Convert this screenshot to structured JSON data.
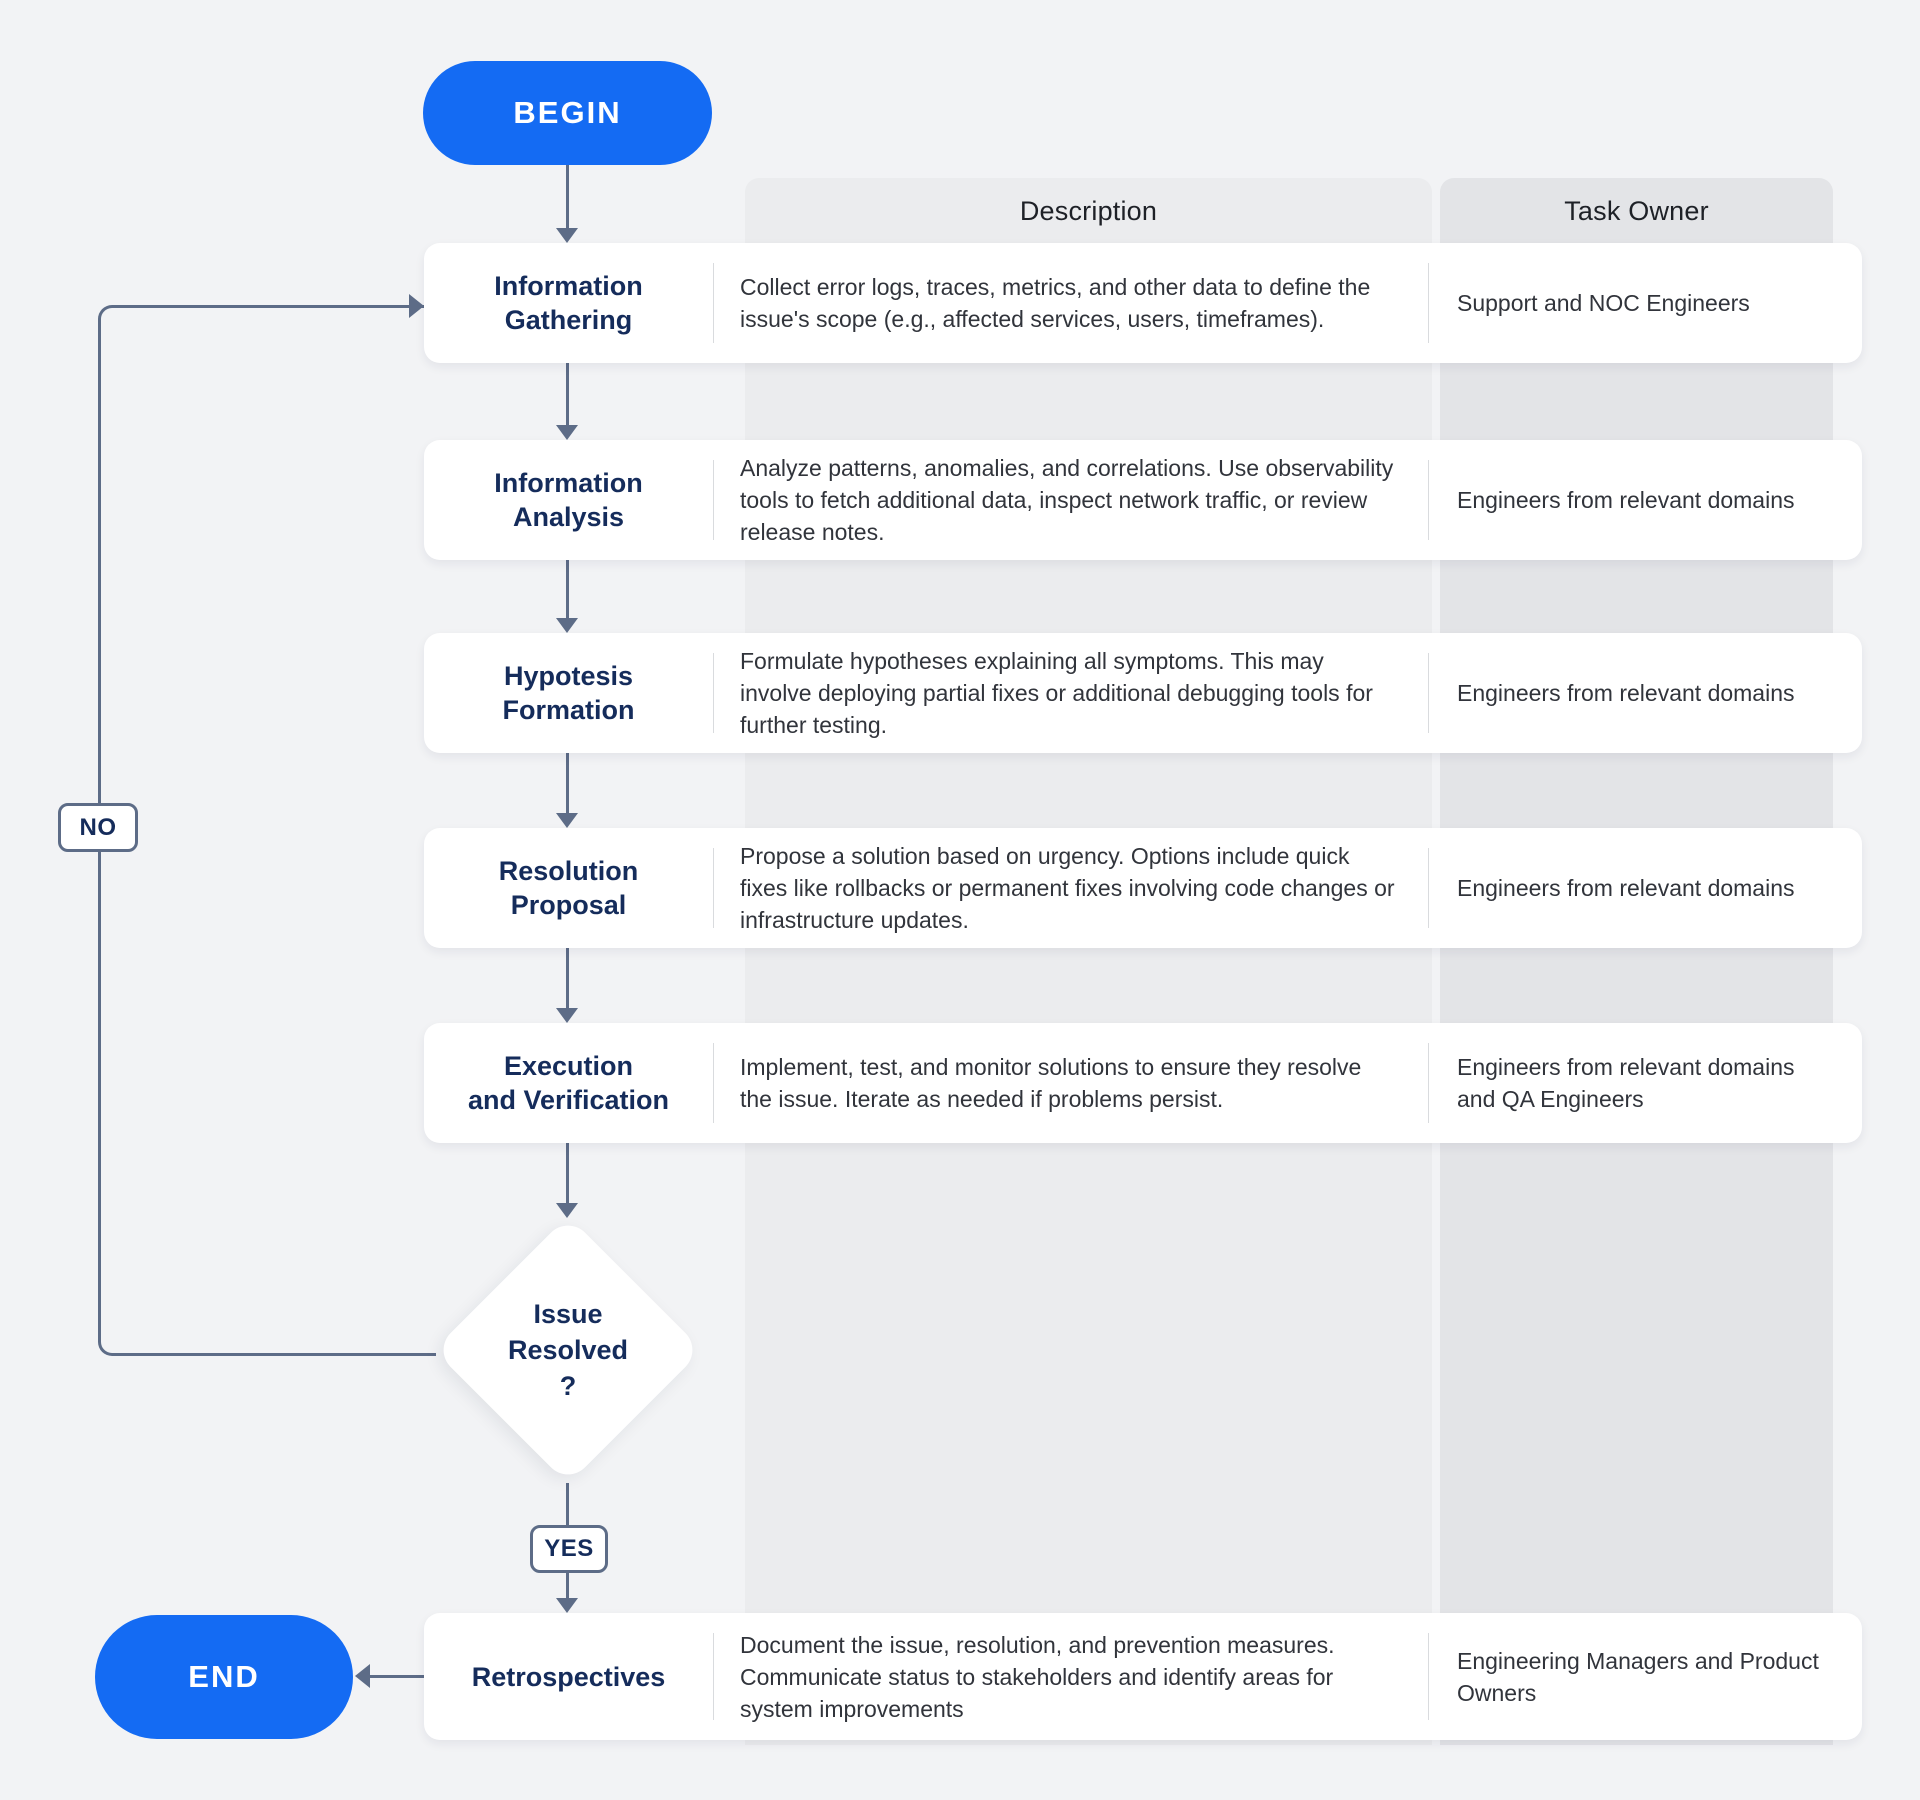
{
  "colors": {
    "accent-blue": "#146BF3",
    "navy": "#152C5B",
    "connector": "#5D6C87",
    "band-light": "#EBECEE",
    "band-dark": "#E3E4E7",
    "page-bg": "#F2F3F5"
  },
  "begin": {
    "label": "BEGIN"
  },
  "end": {
    "label": "END"
  },
  "table": {
    "description_header": "Description",
    "task_owner_header": "Task Owner"
  },
  "steps": [
    {
      "title": "Information\nGathering",
      "description": "Collect error logs, traces, metrics, and other data to define the issue's scope (e.g., affected services, users, timeframes).",
      "owner": "Support and NOC Engineers"
    },
    {
      "title": "Information\nAnalysis",
      "description": "Analyze patterns, anomalies, and correlations. Use observability tools to fetch additional data, inspect network traffic, or review release notes.",
      "owner": "Engineers from relevant domains"
    },
    {
      "title": "Hypotesis\nFormation",
      "description": "Formulate hypotheses explaining all symptoms. This may involve deploying partial fixes or additional debugging tools for further testing.",
      "owner": "Engineers from relevant domains"
    },
    {
      "title": "Resolution\nProposal",
      "description": "Propose a solution based on urgency. Options include quick fixes like rollbacks or permanent fixes involving code changes or infrastructure updates.",
      "owner": "Engineers from relevant domains"
    },
    {
      "title": "Execution\nand Verification",
      "description": "Implement, test, and monitor solutions to ensure they resolve the issue. Iterate as needed if problems persist.",
      "owner": "Engineers from relevant domains and QA Engineers"
    },
    {
      "title": "Retrospectives",
      "description": "Document the issue, resolution, and prevention measures. Communicate status to stakeholders and identify areas for system improvements",
      "owner": "Engineering Managers and Product Owners"
    }
  ],
  "decision": {
    "label": "Issue\nResolved\n?",
    "yes": "YES",
    "no": "NO"
  }
}
